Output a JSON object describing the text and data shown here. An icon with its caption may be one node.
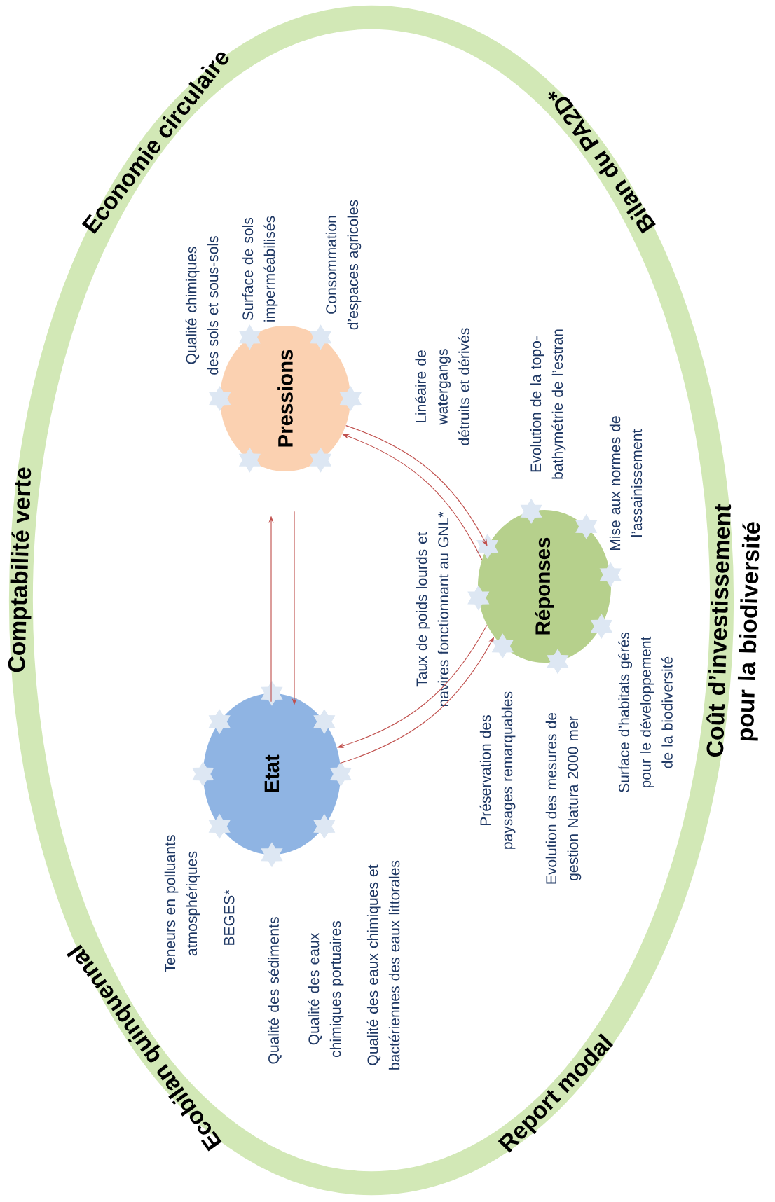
{
  "diagram": {
    "nodes": [
      {
        "text": [
          "Comptabilité verte",
          "Economie circulaire",
          "Bilan du PA2D*",
          "Coût d’investissement pour la biodiversité",
          "Report modal",
          "Ecobilan quinquennal"
        ]
      },
      {
        "text": [
          "Pressions"
        ],
        "in": 0,
        "beside": [
          "Qualité chimiques des sols et sous-sols",
          "Surface de sols imperméabilisés",
          "Consommation d’espaces agricoles"
        ]
      },
      {
        "text": [
          "Etat"
        ],
        "in": 0,
        "beside": [
          "Teneurs en polluants atmosphériques",
          "BEGES*",
          "Qualité des sédiments",
          "Qualité des eaux chimiques portuaires",
          "Qualité des eaux chimiques et bactériennes des eaux littorales"
        ]
      },
      {
        "text": [
          "Réponses"
        ],
        "in": 0,
        "beside": [
          "Taux de poids lourds et navires fonctionnant au GNL*",
          "Préservation des paysages remarquables",
          "Evolution des mesures de gestion Natura 2000 mer",
          "Surface d’habitats gérés pour le développement de la biodiversité",
          "Evolution de la topo-bathymétrie de l’estran",
          "Mise aux normes de l’assainissement"
        ]
      }
    ],
    "edges": [
      {
        "from": 2,
        "to": 1,
        "arrow": "to"
      },
      {
        "from": 1,
        "to": 2,
        "arrow": "to"
      },
      {
        "from": 1,
        "to": 3,
        "arrow": "to"
      },
      {
        "from": 3,
        "to": 1,
        "arrow": "to"
      },
      {
        "from": 3,
        "to": 2,
        "arrow": "to"
      },
      {
        "from": 2,
        "to": 3,
        "arrow": "to"
      }
    ],
    "labels": [
      "Linéaire de watergangs détruits et dérivés"
    ]
  }
}
